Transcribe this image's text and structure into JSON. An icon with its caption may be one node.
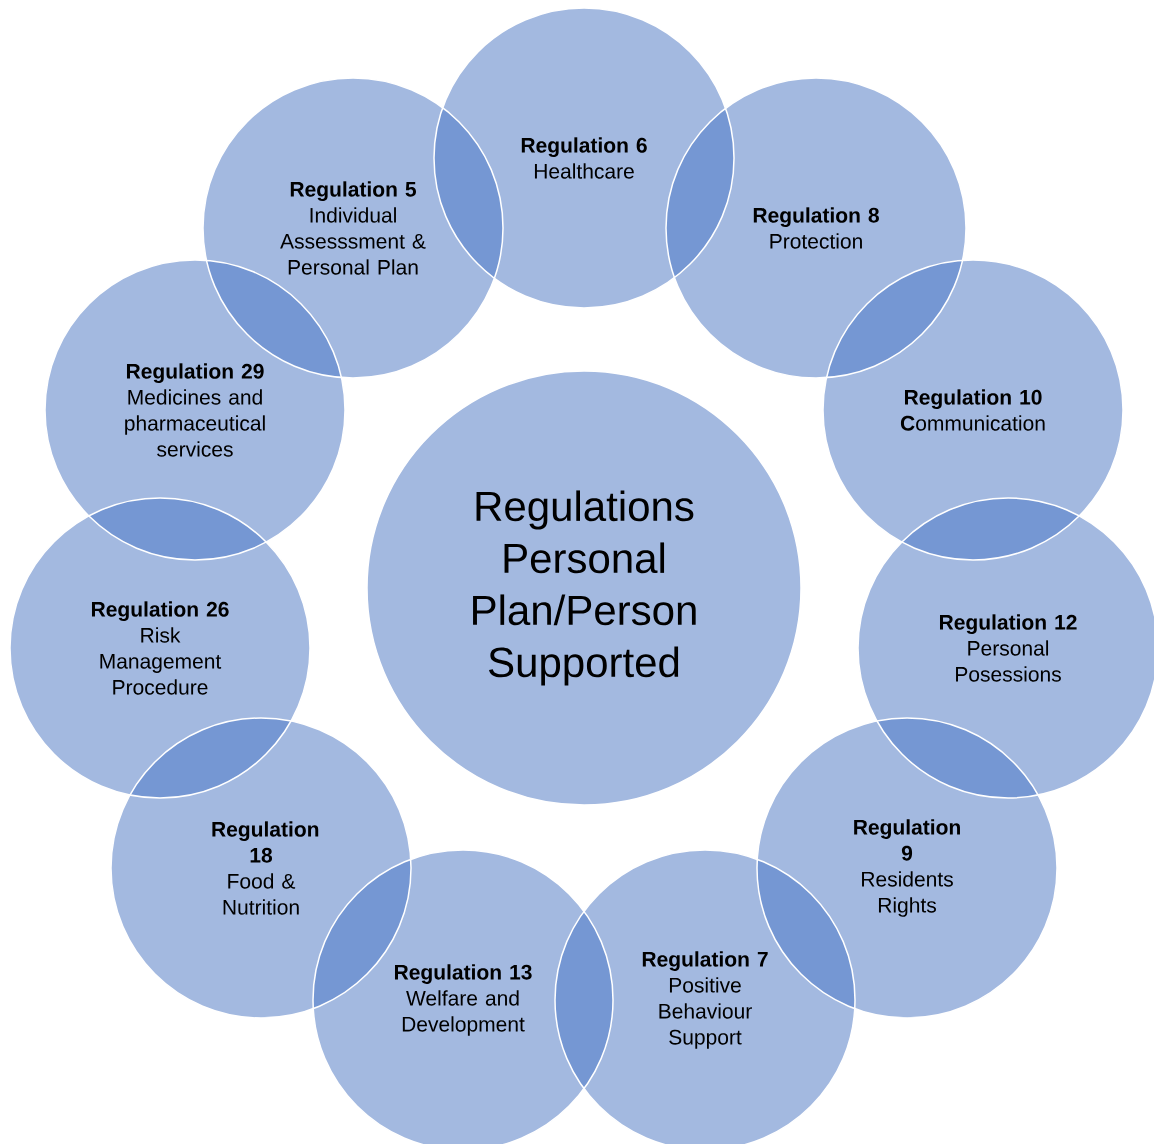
{
  "diagram": {
    "nodes": [
      {
        "text": [
          "Regulation 6",
          "Healthcare"
        ]
      },
      {
        "text": [
          "Regulation 5",
          "Individual Assesssment & Personal Plan"
        ]
      },
      {
        "text": [
          "Regulation 8",
          "Protection"
        ]
      },
      {
        "text": [
          "Regulation 29",
          "Medicines and pharmaceutical services"
        ]
      },
      {
        "text": [
          "Regulation 10",
          "**C**ommunication"
        ]
      },
      {
        "text": [
          "Regulations Personal Plan/Person Supported"
        ]
      },
      {
        "text": [
          "Regulation 26",
          "Risk Management Procedure"
        ]
      },
      {
        "text": [
          "Regulation 12",
          "Personal Posessions"
        ]
      },
      {
        "text": [
          "Regulation 18",
          "Food & Nutrition"
        ]
      },
      {
        "text": [
          "Regulation 9",
          "Residents Rights"
        ]
      },
      {
        "text": [
          "Regulation 7",
          "Positive Behaviour Support"
        ]
      },
      {
        "text": [
          "Regulation 13",
          "Welfare and Development"
        ]
      }
    ]
  }
}
